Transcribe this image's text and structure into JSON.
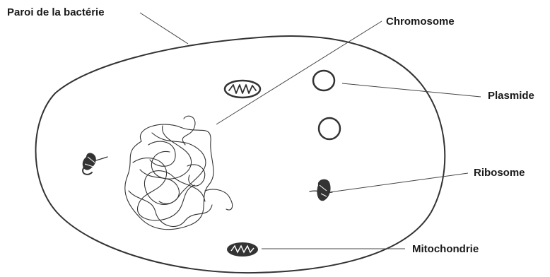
{
  "labels": {
    "cell_wall": "Paroi de la bactérie",
    "chromosome": "Chromosome",
    "plasmid": "Plasmide",
    "ribosome": "Ribosome",
    "mitochondrion": "Mitochondrie"
  },
  "colors": {
    "ink": "#333333",
    "label_text": "#1a1a1a",
    "background": "#ffffff"
  }
}
